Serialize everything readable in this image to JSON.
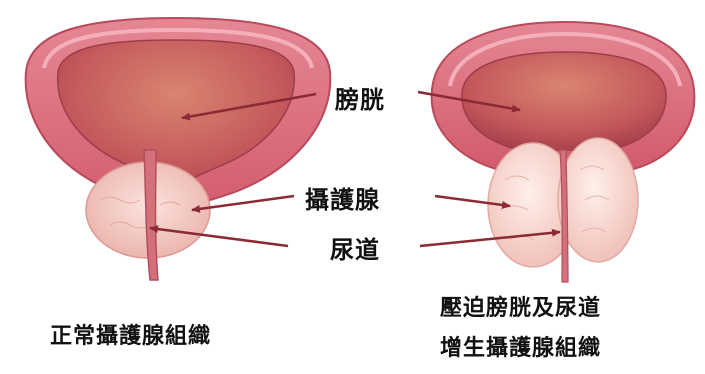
{
  "labels": {
    "bladder": "膀胱",
    "prostate": "攝護腺",
    "urethra": "尿道"
  },
  "captions": {
    "normal": "正常攝護腺組織",
    "enlarged_line1": "壓迫膀胱及尿道",
    "enlarged_line2": "增生攝護腺組織"
  },
  "colors": {
    "bladder_wall": "#d9697a",
    "bladder_inner": "#c95565",
    "bladder_cavity": "#cf6a6e",
    "prostate_normal": "#f3c6c0",
    "prostate_enlarged": "#f6d4cc",
    "arrow": "#8a2a35"
  }
}
